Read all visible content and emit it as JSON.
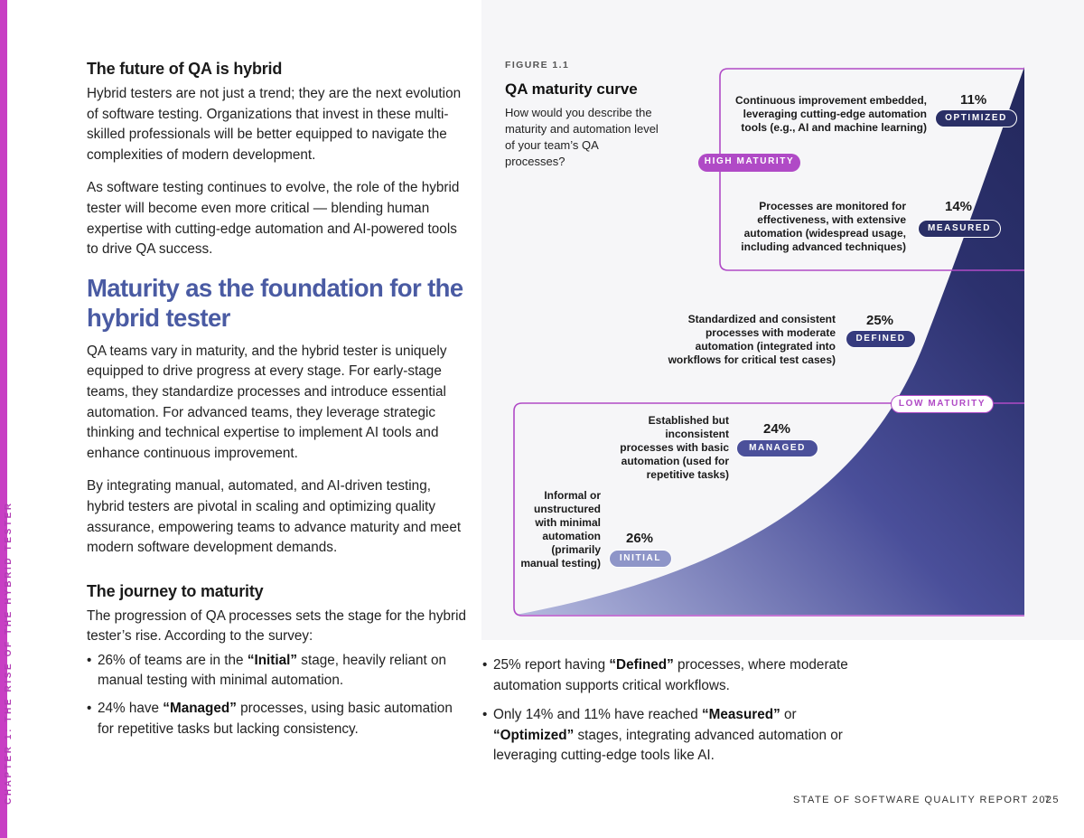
{
  "side_label": "CHAPTER 1: THE RISE OF THE HYBRID TESTER",
  "sections": {
    "future": {
      "heading": "The future of QA is hybrid",
      "p1": "Hybrid testers are not just a trend; they are the next evolution of software testing. Organizations that invest in these multi-skilled professionals will be better equipped to navigate the complexities of modern development.",
      "p2": "As software testing continues to evolve, the role of the hybrid tester will become even more critical — blending human expertise with cutting-edge automation and AI-powered tools to drive QA success."
    },
    "maturity": {
      "heading": "Maturity as the foundation for the hybrid tester",
      "p1": "QA teams vary in maturity, and the hybrid tester is uniquely equipped to drive progress at every stage. For early-stage teams, they standardize processes and introduce essential automation. For advanced teams, they leverage strategic thinking and technical expertise to implement AI tools and enhance continuous improvement.",
      "p2": "By integrating manual, automated, and AI-driven testing, hybrid testers are pivotal in scaling and optimizing quality assurance, empowering teams to advance maturity and meet modern software development demands."
    },
    "journey": {
      "heading": "The journey to maturity",
      "p1": "The progression of QA processes sets the stage for the hybrid tester’s rise. According to the survey:",
      "b1_pre": "26% of teams are in the ",
      "b1_bold": "“Initial”",
      "b1_post": " stage, heavily reliant on manual testing with minimal automation.",
      "b2_pre": "24% have ",
      "b2_bold": "“Managed”",
      "b2_post": " processes, using basic automation for repetitive tasks but lacking consistency.",
      "b3_pre": "25% report having ",
      "b3_bold": "“Defined”",
      "b3_post": " processes, where moderate automation supports critical workflows.",
      "b4_pre": "Only 14% and 11% have reached ",
      "b4_bold1": "“Measured”",
      "b4_mid": " or ",
      "b4_bold2": "“Optimized”",
      "b4_post": " stages, integrating advanced automation or leveraging cutting-edge tools like AI."
    }
  },
  "figure": {
    "label": "FIGURE 1.1",
    "title": "QA maturity curve",
    "question": "How would you describe the maturity and automation level of your team’s QA processes?",
    "high_label": "HIGH MATURITY",
    "low_label": "LOW MATURITY",
    "colors": {
      "accent": "#b04ac6",
      "navy": "#2a2f66",
      "light": "#a7add8"
    }
  },
  "chart_data": {
    "type": "area",
    "title": "QA maturity curve",
    "categories": [
      "INITIAL",
      "MANAGED",
      "DEFINED",
      "MEASURED",
      "OPTIMIZED"
    ],
    "values": [
      26,
      24,
      25,
      14,
      11
    ],
    "labels": [
      "26%",
      "24%",
      "25%",
      "14%",
      "11%"
    ],
    "descriptions": [
      "Informal or unstructured with minimal automation (primarily manual testing)",
      "Established but inconsistent processes with basic automation (used for repetitive tasks)",
      "Standardized and consistent processes with moderate automation (integrated into workflows for critical test cases)",
      "Processes are monitored for effectiveness, with extensive automation (widespread usage, including advanced techniques)",
      "Continuous improvement embedded, leveraging cutting-edge automation tools (e.g., AI and machine learning)"
    ]
  },
  "footer": {
    "report": "STATE OF SOFTWARE QUALITY REPORT 2025",
    "page": "7"
  }
}
